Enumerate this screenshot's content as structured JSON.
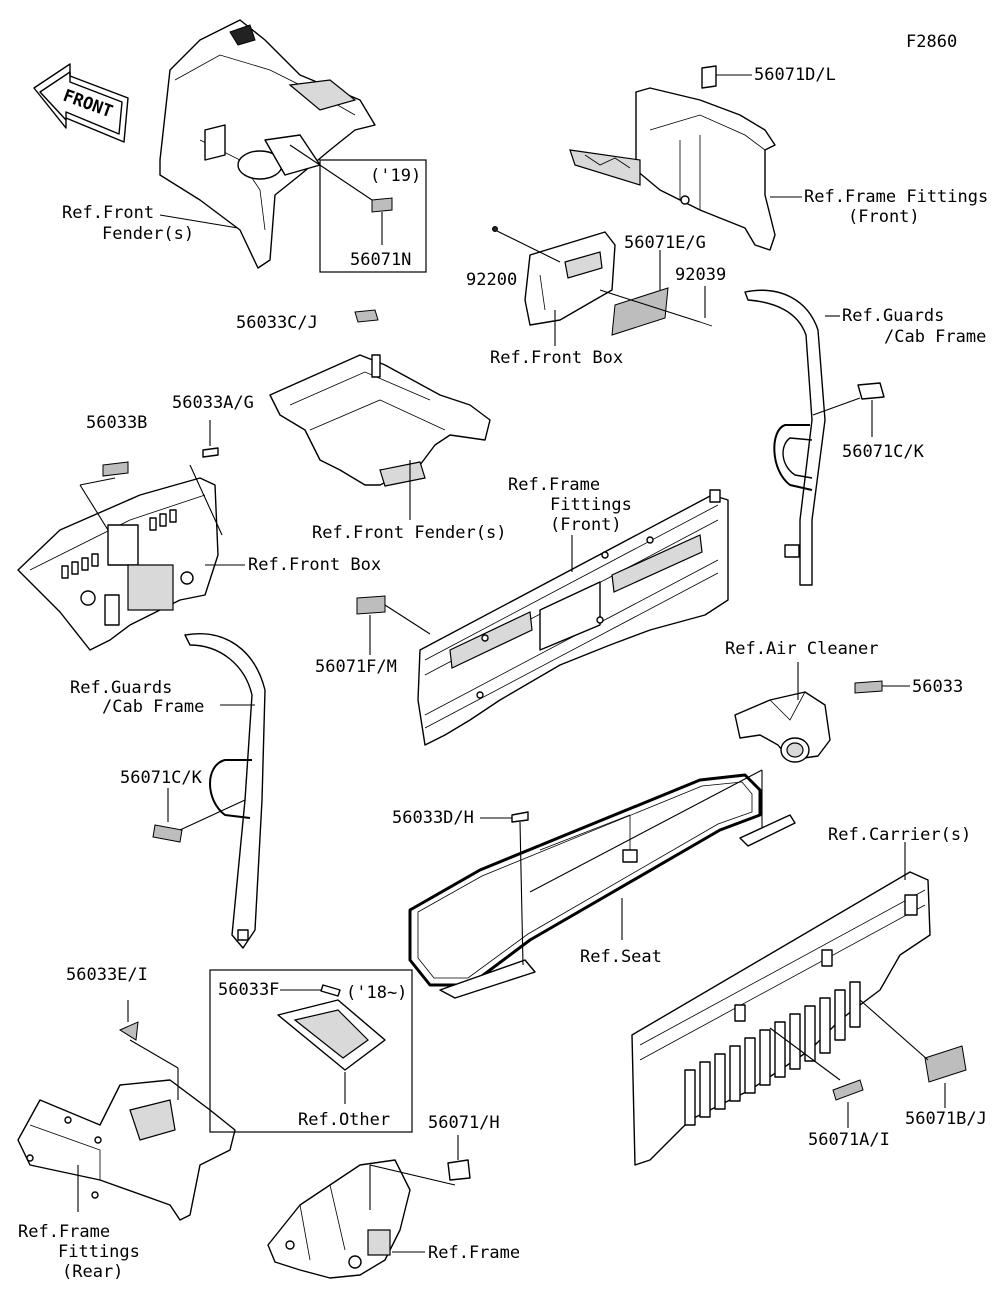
{
  "figure_code": "F2860",
  "front_arrow": "FRONT",
  "labels": {
    "ref_front_fender_1": [
      "Ref.Front",
      "Fender(s)"
    ],
    "year_19": "('19)",
    "p56071N": "56071N",
    "p56071DL": "56071D/L",
    "ref_frame_fittings_front_1": [
      "Ref.Frame Fittings",
      "(Front)"
    ],
    "p92200": "92200",
    "p56071EG": "56071E/G",
    "p92039": "92039",
    "ref_front_box_1": "Ref.Front Box",
    "ref_guards_cab_frame_1": [
      "Ref.Guards",
      "/Cab Frame"
    ],
    "p56033CJ": "56033C/J",
    "p56071CK_1": "56071C/K",
    "p56033B": "56033B",
    "p56033AG": "56033A/G",
    "ref_front_fender_2": "Ref.Front Fender(s)",
    "ref_frame_fittings_front_2": [
      "Ref.Frame",
      "Fittings",
      "(Front)"
    ],
    "ref_front_box_2": "Ref.Front Box",
    "p56071FM": "56071F/M",
    "ref_air_cleaner": "Ref.Air Cleaner",
    "p56033": "56033",
    "ref_guards_cab_frame_2": [
      "Ref.Guards",
      "/Cab Frame"
    ],
    "p56071CK_2": "56071C/K",
    "p56033DH": "56033D/H",
    "ref_carriers": "Ref.Carrier(s)",
    "ref_seat": "Ref.Seat",
    "p56033EI": "56033E/I",
    "p56033F": "56033F",
    "year_18": "('18~)",
    "ref_other": "Ref.Other",
    "p56071H": "56071/H",
    "p56071AI": "56071A/I",
    "p56071BJ": "56071B/J",
    "ref_frame_fittings_rear": [
      "Ref.Frame",
      "Fittings",
      "(Rear)"
    ],
    "ref_frame": "Ref.Frame"
  }
}
